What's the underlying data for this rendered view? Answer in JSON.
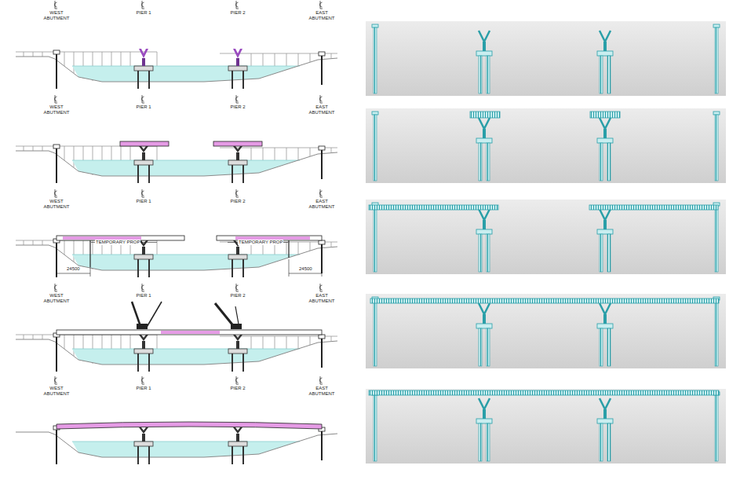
{
  "diagram": {
    "labels": [
      "WEST ABUTMENT",
      "PIER 1",
      "PIER 2",
      "EAST ABUTMENT",
      "WEST ABUTMENT",
      "PIER 1",
      "PIER 2",
      "EAST ABUTMENT",
      "WEST ABUTMENT",
      "PIER 1",
      "PIER 2",
      "EAST ABUTMENT",
      "TEMPORARY PROP",
      "TEMPORARY PROP",
      "24500",
      "24500",
      "WEST ABUTMENT",
      "PIER 1",
      "PIER 2",
      "EAST ABUTMENT",
      "WEST ABUTMENT",
      "PIER 1",
      "PIER 2",
      "EAST ABUTMENT"
    ]
  }
}
